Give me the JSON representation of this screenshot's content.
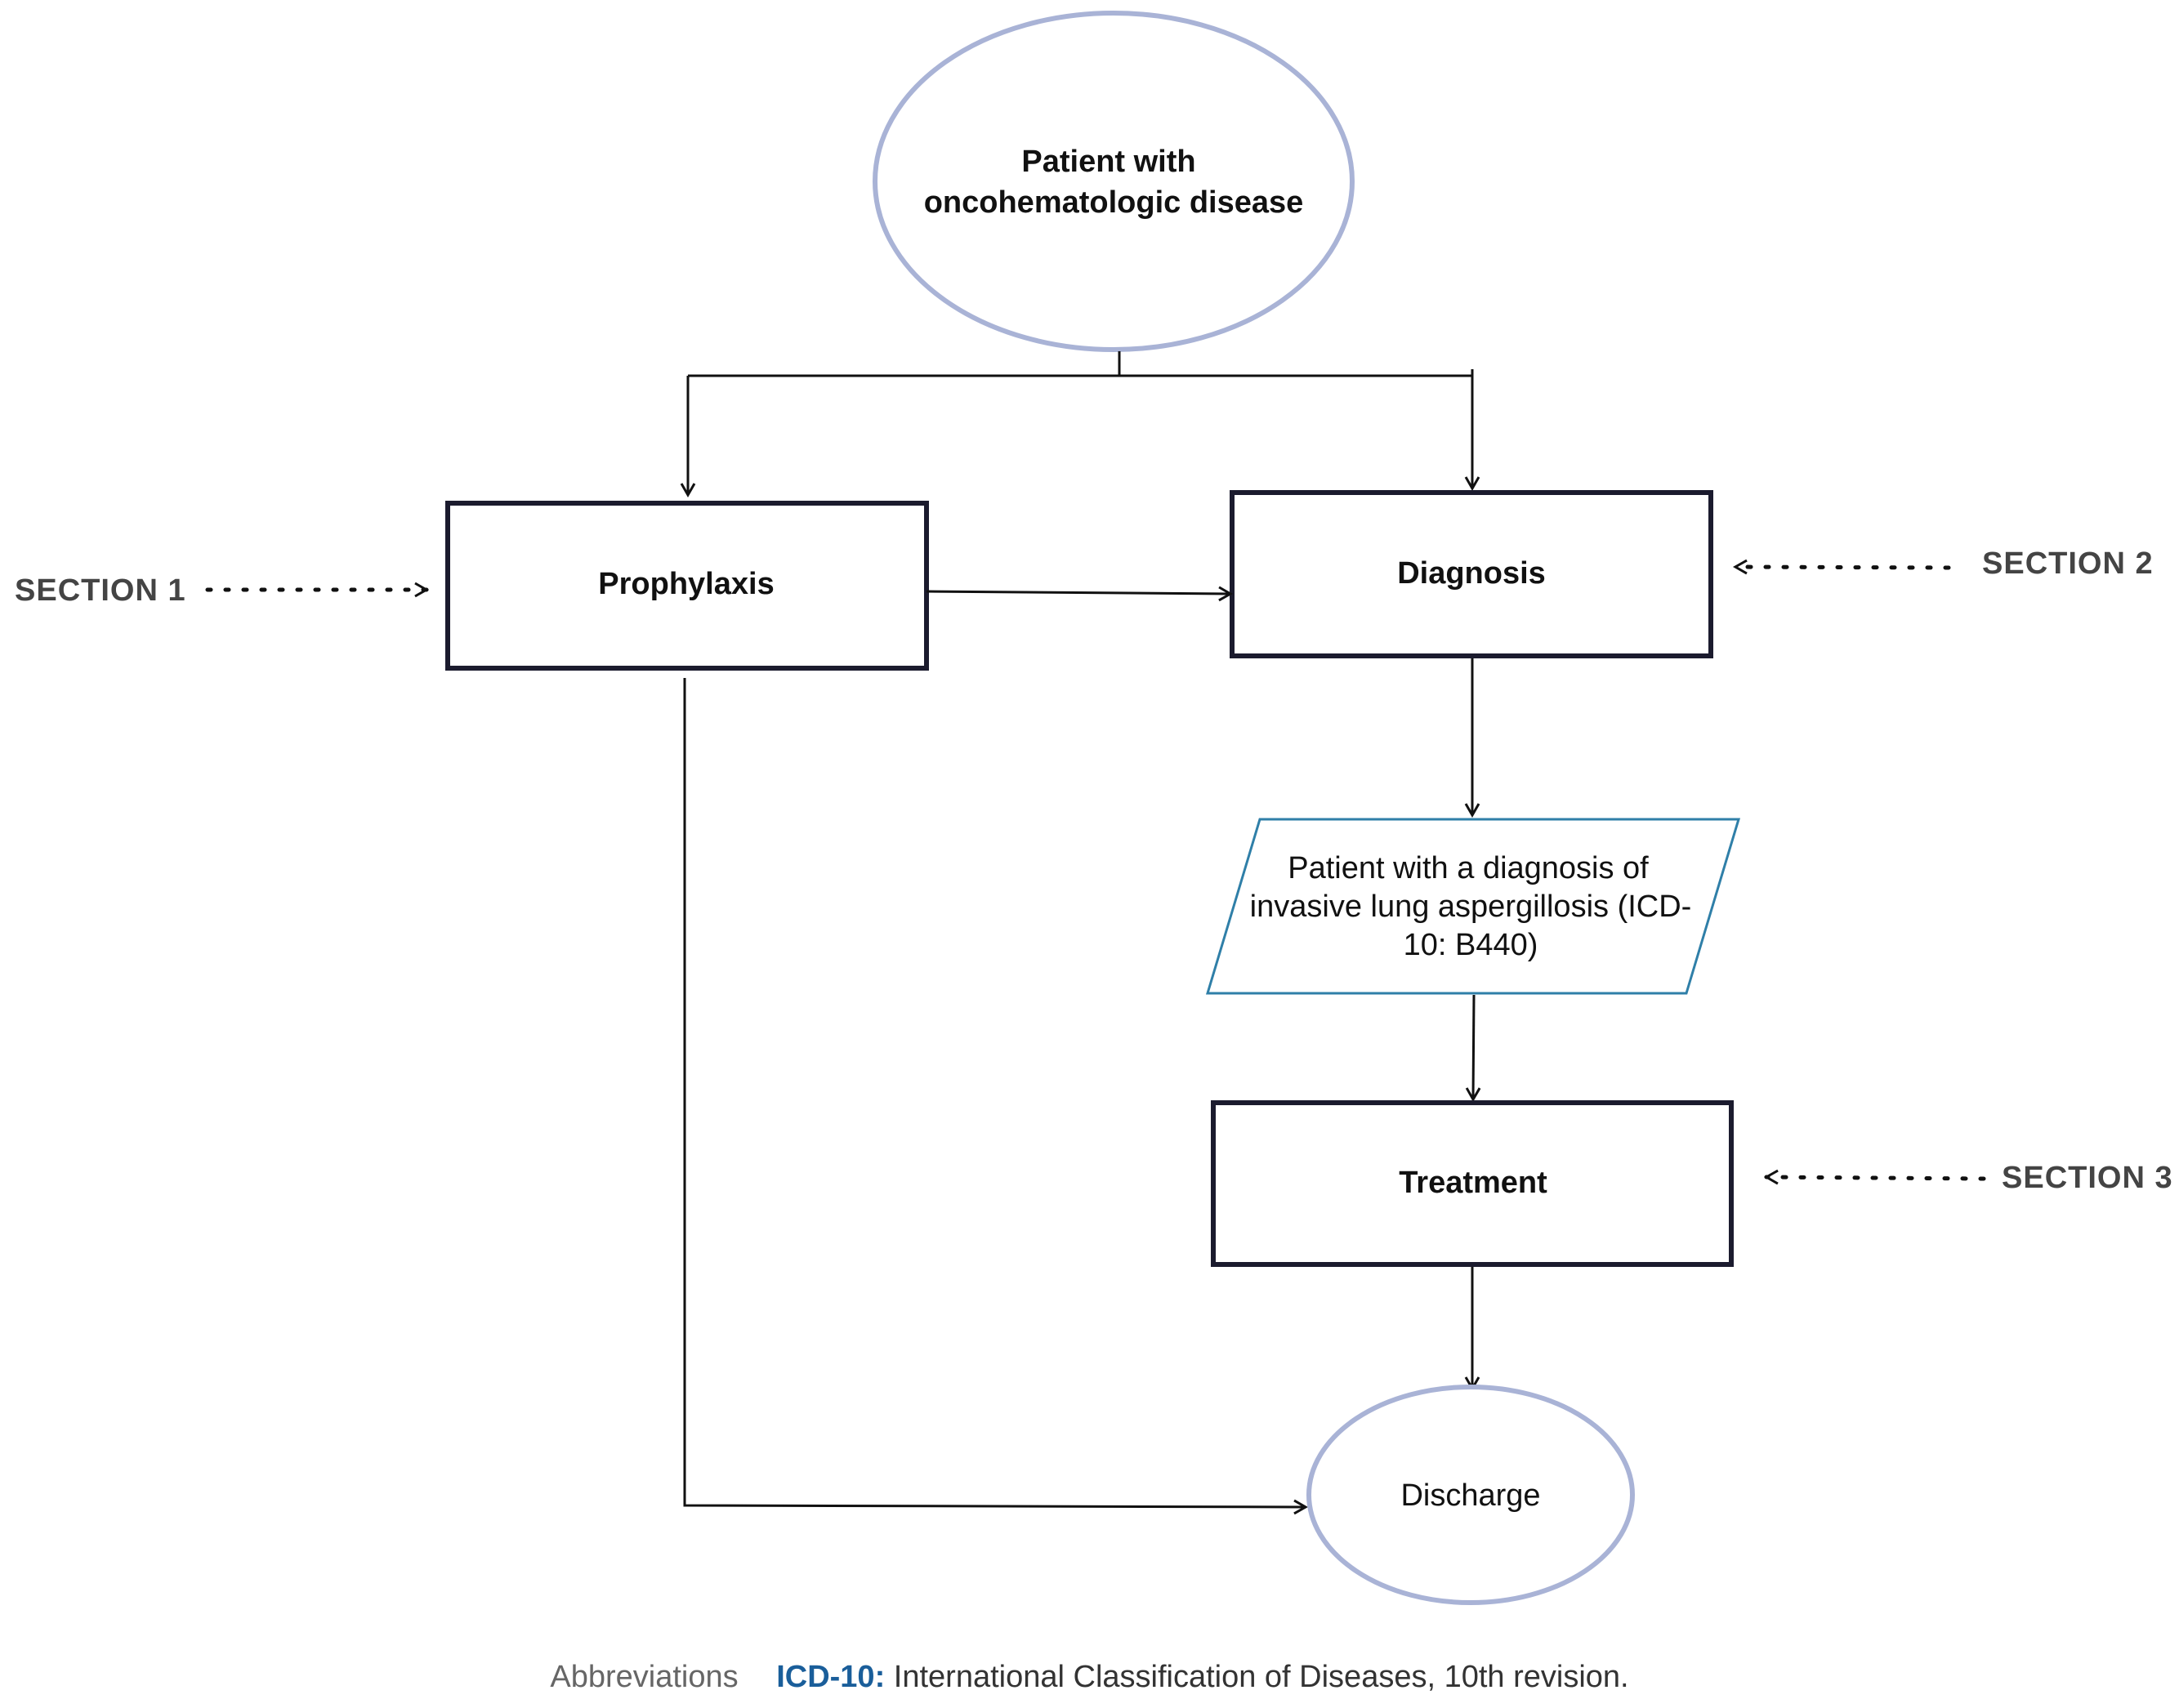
{
  "nodes": {
    "start": {
      "lines": [
        "Patient with",
        "oncohematologic disease"
      ]
    },
    "prophylaxis": {
      "label": "Prophylaxis"
    },
    "diagnosis": {
      "label": "Diagnosis"
    },
    "diagnosed": {
      "lines": [
        "Patient with a diagnosis of",
        "invasive lung aspergillosis (ICD-",
        "10: B440)"
      ]
    },
    "treatment": {
      "label": "Treatment"
    },
    "discharge": {
      "label": "Discharge"
    }
  },
  "sections": {
    "s1": "SECTION 1",
    "s2": "SECTION 2",
    "s3": "SECTION 3"
  },
  "footnote": {
    "heading": "Abbreviations",
    "abbr": "ICD-10:",
    "text": "International Classification of Diseases, 10th revision."
  },
  "colors": {
    "ellipse_stroke": "#a9b3d6",
    "parallelogram_stroke": "#2f7fa8",
    "line": "#111111"
  }
}
